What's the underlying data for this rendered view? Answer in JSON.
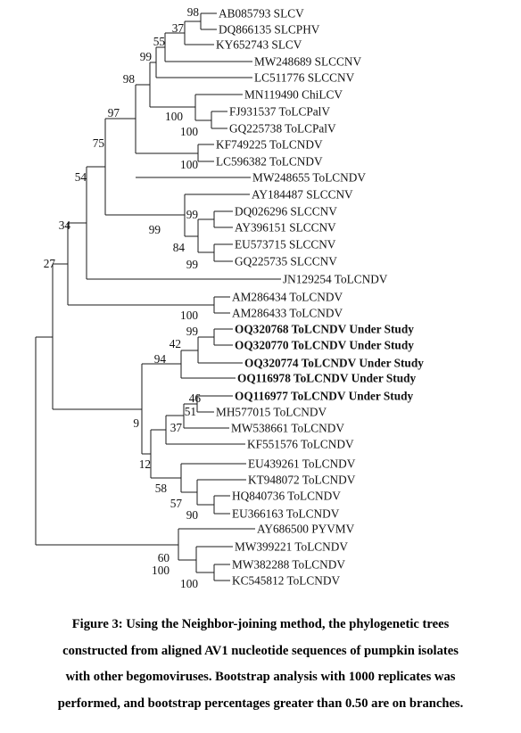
{
  "figure": {
    "caption_lines": [
      "Figure 3: Using the Neighbor-joining method, the phylogenetic trees",
      "constructed from aligned AV1 nucleotide sequences of pumpkin isolates",
      "with other begomoviruses. Bootstrap analysis with 1000 replicates was",
      "performed, and bootstrap percentages greater than 0.50 are on branches."
    ]
  },
  "tree": {
    "taxa": [
      {
        "id": "t1",
        "label": "AB085793 SLCV",
        "bold": false
      },
      {
        "id": "t2",
        "label": "DQ866135 SLCPHV",
        "bold": false
      },
      {
        "id": "t3",
        "label": "KY652743 SLCV",
        "bold": false
      },
      {
        "id": "t4",
        "label": "MW248689 SLCCNV",
        "bold": false
      },
      {
        "id": "t5",
        "label": "LC511776 SLCCNV",
        "bold": false
      },
      {
        "id": "t6",
        "label": "MN119490 ChiLCV",
        "bold": false
      },
      {
        "id": "t7",
        "label": "FJ931537 ToLCPalV",
        "bold": false
      },
      {
        "id": "t8",
        "label": "GQ225738 ToLCPalV",
        "bold": false
      },
      {
        "id": "t9",
        "label": "KF749225 ToLCNDV",
        "bold": false
      },
      {
        "id": "t10",
        "label": "LC596382 ToLCNDV",
        "bold": false
      },
      {
        "id": "t11",
        "label": "MW248655 ToLCNDV",
        "bold": false
      },
      {
        "id": "t12",
        "label": "AY184487 SLCCNV",
        "bold": false
      },
      {
        "id": "t13",
        "label": "DQ026296 SLCCNV",
        "bold": false
      },
      {
        "id": "t14",
        "label": "AY396151 SLCCNV",
        "bold": false
      },
      {
        "id": "t15",
        "label": "EU573715 SLCCNV",
        "bold": false
      },
      {
        "id": "t16",
        "label": "GQ225735 SLCCNV",
        "bold": false
      },
      {
        "id": "t17",
        "label": "JN129254 ToLCNDV",
        "bold": false
      },
      {
        "id": "t18",
        "label": "AM286434 ToLCNDV",
        "bold": false
      },
      {
        "id": "t19",
        "label": "AM286433 ToLCNDV",
        "bold": false
      },
      {
        "id": "t20",
        "label": "OQ320768 ToLCNDV Under Study",
        "bold": true
      },
      {
        "id": "t21",
        "label": "OQ320770 ToLCNDV Under Study",
        "bold": true
      },
      {
        "id": "t22",
        "label": "OQ320774 ToLCNDV Under Study",
        "bold": true
      },
      {
        "id": "t23",
        "label": "OQ116978 ToLCNDV Under Study",
        "bold": true
      },
      {
        "id": "t24",
        "label": "OQ116977 ToLCNDV Under Study",
        "bold": true
      },
      {
        "id": "t25",
        "label": "MH577015 ToLCNDV",
        "bold": false
      },
      {
        "id": "t26",
        "label": "MW538661 ToLCNDV",
        "bold": false
      },
      {
        "id": "t27",
        "label": "KF551576 ToLCNDV",
        "bold": false
      },
      {
        "id": "t28",
        "label": "EU439261 ToLCNDV",
        "bold": false
      },
      {
        "id": "t29",
        "label": "KT948072 ToLCNDV",
        "bold": false
      },
      {
        "id": "t30",
        "label": "HQ840736 ToLCNDV",
        "bold": false
      },
      {
        "id": "t31",
        "label": "EU366163 ToLCNDV",
        "bold": false
      },
      {
        "id": "t32",
        "label": "AY686500 PYVMV",
        "bold": false
      },
      {
        "id": "t33",
        "label": "MW399221 ToLCNDV",
        "bold": false
      },
      {
        "id": "t34",
        "label": "MW382288 ToLCNDV",
        "bold": false
      },
      {
        "id": "t35",
        "label": "KC545812 ToLCNDV",
        "bold": false
      }
    ],
    "bootstrap_values": [
      {
        "id": "b1",
        "value": "98"
      },
      {
        "id": "b2",
        "value": "37"
      },
      {
        "id": "b3",
        "value": "55"
      },
      {
        "id": "b4",
        "value": "99"
      },
      {
        "id": "b5",
        "value": "98"
      },
      {
        "id": "b6",
        "value": "100"
      },
      {
        "id": "b7",
        "value": "100"
      },
      {
        "id": "b8",
        "value": "97"
      },
      {
        "id": "b9",
        "value": "100"
      },
      {
        "id": "b10",
        "value": "75"
      },
      {
        "id": "b11",
        "value": "54"
      },
      {
        "id": "b12",
        "value": "99"
      },
      {
        "id": "b13",
        "value": "99"
      },
      {
        "id": "b14",
        "value": "84"
      },
      {
        "id": "b15",
        "value": "99"
      },
      {
        "id": "b16",
        "value": "34"
      },
      {
        "id": "b17",
        "value": "27"
      },
      {
        "id": "b18",
        "value": "100"
      },
      {
        "id": "b19",
        "value": "99"
      },
      {
        "id": "b20",
        "value": "42"
      },
      {
        "id": "b21",
        "value": "94"
      },
      {
        "id": "b22",
        "value": "46"
      },
      {
        "id": "b23",
        "value": "51"
      },
      {
        "id": "b24",
        "value": "37"
      },
      {
        "id": "b25",
        "value": "9"
      },
      {
        "id": "b26",
        "value": "12"
      },
      {
        "id": "b27",
        "value": "58"
      },
      {
        "id": "b28",
        "value": "57"
      },
      {
        "id": "b29",
        "value": "90"
      },
      {
        "id": "b30",
        "value": "60"
      },
      {
        "id": "b31",
        "value": "100"
      },
      {
        "id": "b32",
        "value": "100"
      }
    ]
  }
}
